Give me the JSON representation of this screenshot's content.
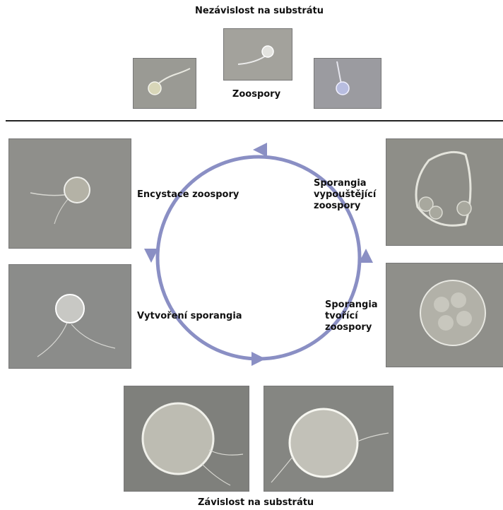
{
  "top": {
    "title": "Nezávislost na substrátu",
    "zoospores_label": "Zoospory"
  },
  "cycle": {
    "encystment_label": "Encystace zoospory",
    "sporangium_formation_label": "Vytvoření sporangia",
    "forming_label_lines": [
      "Sporangia",
      "tvořící",
      "zoospory"
    ],
    "releasing_label_lines": [
      "Sporangia",
      "vypouštějící",
      "zoospory"
    ],
    "arrow_color": "#8a8fc4"
  },
  "bottom": {
    "title": "Závislost na substrátu"
  }
}
